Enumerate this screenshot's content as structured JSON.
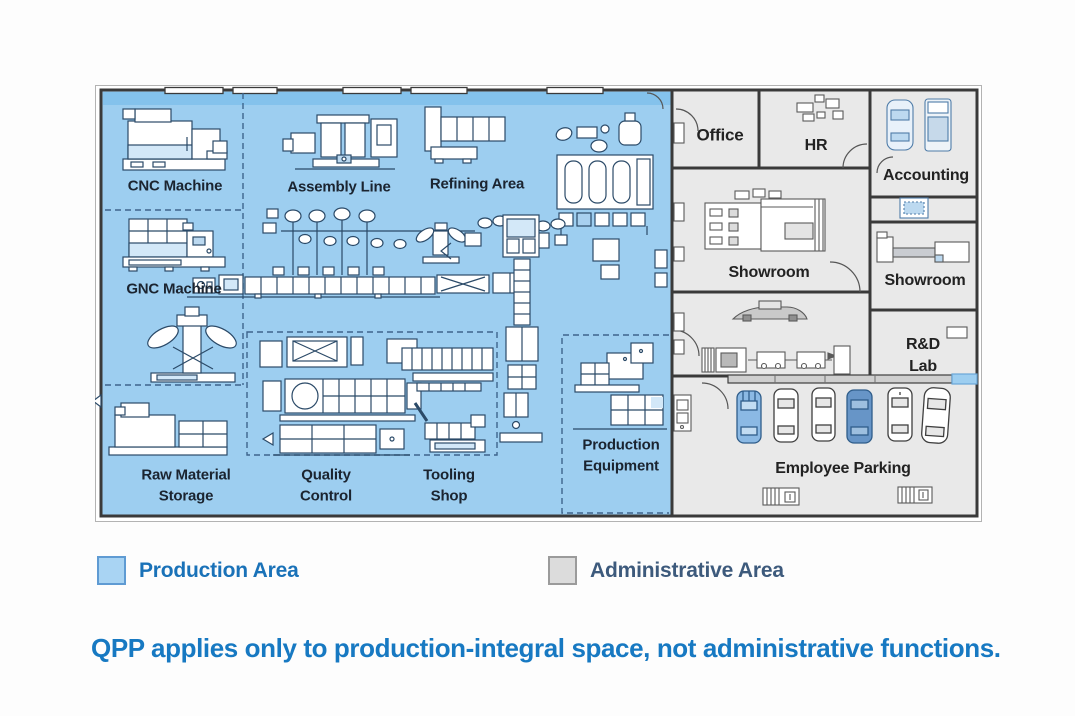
{
  "palette": {
    "production_fill": "#9dcef0",
    "production_fill_dark": "#84c2ec",
    "admin_fill": "#e9e9e9",
    "wall": "#3a3a3a",
    "machine_stroke": "#2b4a68",
    "dashed_divider": "#3e648c",
    "label_text": "#1b2430",
    "legend_production_text": "#1a72b8",
    "legend_admin_text": "#3d5a7c",
    "caption_text": "#1779c2",
    "blue_car": "#8bb9e4",
    "dark_blue_car": "#6795c7"
  },
  "floorplan": {
    "production_zones": [
      {
        "name": "cnc-machine",
        "label": "CNC Machine"
      },
      {
        "name": "assembly-line",
        "label": "Assembly Line"
      },
      {
        "name": "refining-area",
        "label": "Refining Area"
      },
      {
        "name": "gnc-machine",
        "label": "GNC Machine"
      },
      {
        "name": "raw-material-storage",
        "label": "Raw Material\nStorage"
      },
      {
        "name": "quality-control",
        "label": "Quality\nControl"
      },
      {
        "name": "tooling-shop",
        "label": "Tooling\nShop"
      },
      {
        "name": "production-equipment",
        "label": "Production\nEquipment"
      }
    ],
    "admin_rooms": [
      {
        "name": "office",
        "label": "Office"
      },
      {
        "name": "hr",
        "label": "HR"
      },
      {
        "name": "accounting",
        "label": "Accounting"
      },
      {
        "name": "showroom-main",
        "label": "Showroom"
      },
      {
        "name": "showroom-small",
        "label": "Showroom"
      },
      {
        "name": "rd-lab",
        "label": "R&D Lab"
      },
      {
        "name": "employee-parking",
        "label": "Employee Parking"
      }
    ]
  },
  "legend": {
    "production": {
      "label": "Production Area",
      "swatch_color": "#a9d4f3"
    },
    "administrative": {
      "label": "Administrative Area",
      "swatch_color": "#dcdcdc"
    }
  },
  "caption": {
    "text": "QPP applies only to production-integral space, not administrative functions."
  }
}
